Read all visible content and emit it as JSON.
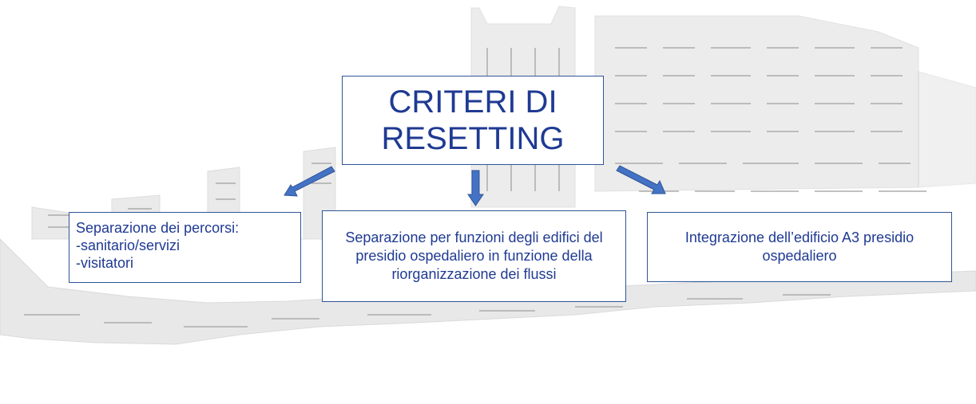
{
  "title": "CRITERI DI\nRESETTING",
  "left_box": {
    "lines": [
      "Separazione dei percorsi:",
      "-sanitario/servizi",
      "-visitatori"
    ]
  },
  "middle_box": {
    "text": "Separazione per funzioni degli edifici del presidio ospedaliero in funzione della riorganizzazione dei flussi"
  },
  "right_box": {
    "text": "Integrazione dell’edificio A3 presidio ospedaliero"
  },
  "colors": {
    "text": "#1f3a93",
    "box_border": "#2f5597",
    "arrow_fill": "#4472c4",
    "arrow_stroke": "#2f5597",
    "background_sketch": "#c8c8c8"
  }
}
